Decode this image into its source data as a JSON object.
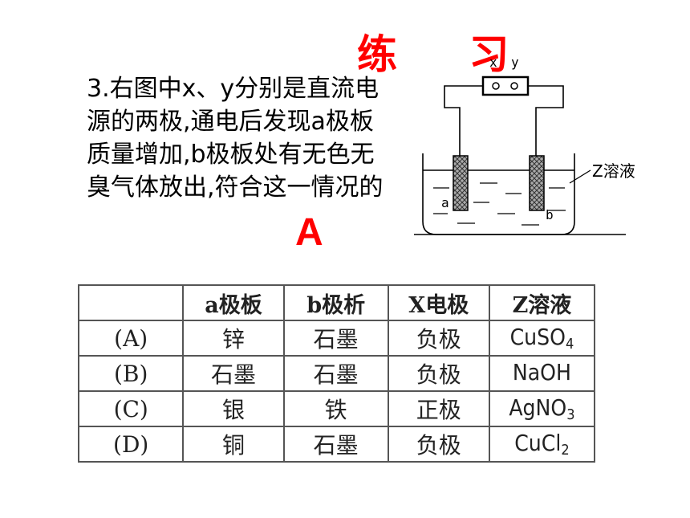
{
  "title": "练 习",
  "question": "3.右图中x、y分别是直流电源的两极,通电后发现a极板质量增加,b极板处有无色无臭气体放出,符合这一情况的",
  "answer": "A",
  "diagram": {
    "terminal_x": "x",
    "terminal_y": "y",
    "electrode_a": "a",
    "electrode_b": "b",
    "solution_label": "Z溶液"
  },
  "table": {
    "headers": [
      "",
      "a极板",
      "b极析",
      "X电极",
      "Z溶液"
    ],
    "rows": [
      {
        "label": "(A)",
        "a": "锌",
        "b": "石墨",
        "x": "负极",
        "z_main": "CuSO",
        "z_sub": "4"
      },
      {
        "label": "(B)",
        "a": "石墨",
        "b": "石墨",
        "x": "负极",
        "z_main": "NaOH",
        "z_sub": ""
      },
      {
        "label": "(C)",
        "a": "银",
        "b": "铁",
        "x": "正极",
        "z_main": "AgNO",
        "z_sub": "3"
      },
      {
        "label": "(D)",
        "a": "铜",
        "b": "石墨",
        "x": "负极",
        "z_main": "CuCl",
        "z_sub": "2"
      }
    ]
  },
  "colors": {
    "accent": "#ff0000",
    "border": "#555555"
  }
}
